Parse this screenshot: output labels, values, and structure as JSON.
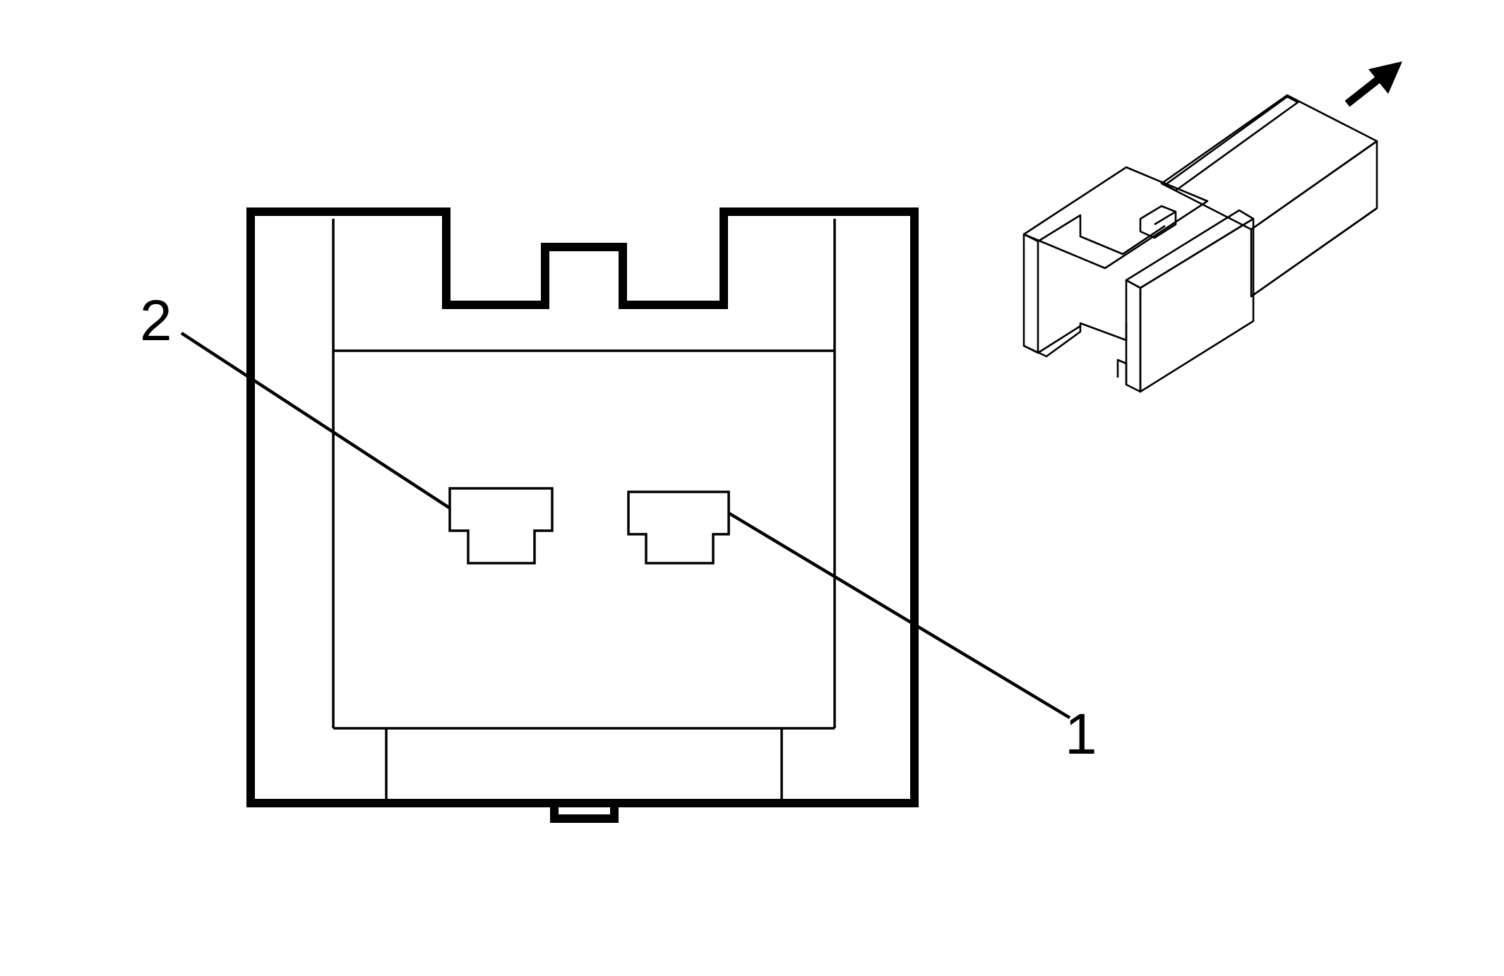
{
  "diagram": {
    "callouts": [
      {
        "id": "2",
        "label": "2"
      },
      {
        "id": "1",
        "label": "1"
      }
    ],
    "colors": {
      "stroke": "#000000",
      "background": "#ffffff"
    },
    "icons": {
      "direction": "arrow-up-right-icon"
    }
  }
}
